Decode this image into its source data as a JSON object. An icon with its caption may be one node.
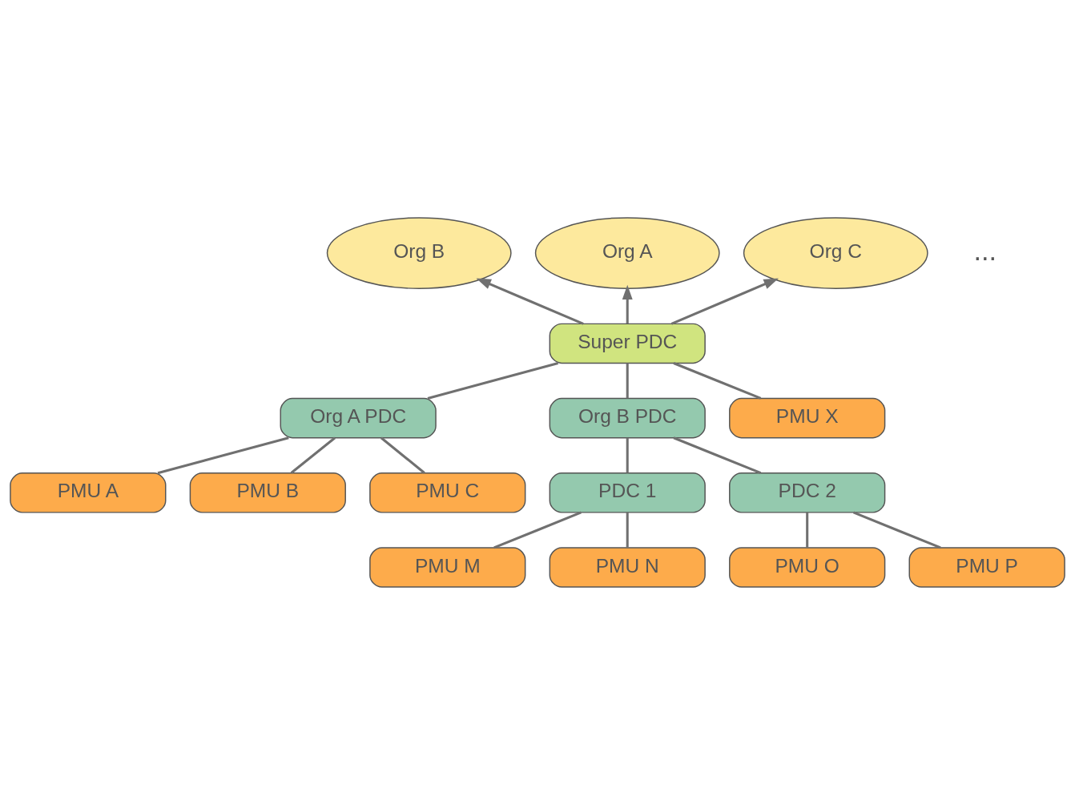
{
  "diagram": {
    "nodes": [
      {
        "text": [
          "Org B"
        ]
      },
      {
        "text": [
          "Org A"
        ]
      },
      {
        "text": [
          "Org C"
        ]
      },
      {
        "text": [
          "Super PDC"
        ]
      },
      {
        "text": [
          "Org A PDC"
        ]
      },
      {
        "text": [
          "Org B PDC"
        ]
      },
      {
        "text": [
          "PMU X"
        ]
      },
      {
        "text": [
          "PMU A"
        ]
      },
      {
        "text": [
          "PDC 1"
        ]
      },
      {
        "text": [
          "PDC 2"
        ]
      },
      {
        "text": [
          "PMU B"
        ]
      },
      {
        "text": [
          "PMU M"
        ]
      },
      {
        "text": [
          "PMU O"
        ]
      },
      {
        "text": [
          "PMU C"
        ]
      },
      {
        "text": [
          "PMU N"
        ]
      },
      {
        "text": [
          "PMU P"
        ]
      }
    ],
    "edges": [
      {
        "from": 3,
        "to": 1,
        "arrow": "to"
      },
      {
        "from": 3,
        "to": 0,
        "arrow": "to"
      },
      {
        "from": 3,
        "to": 2,
        "arrow": "to"
      },
      {
        "from": 3,
        "to": 4,
        "arrow": "none"
      },
      {
        "from": 3,
        "to": 5,
        "arrow": "none"
      },
      {
        "from": 3,
        "to": 6,
        "arrow": "none"
      },
      {
        "from": 4,
        "to": 7,
        "arrow": "none"
      },
      {
        "from": 4,
        "to": 10,
        "arrow": "none"
      },
      {
        "from": 4,
        "to": 13,
        "arrow": "none"
      },
      {
        "from": 5,
        "to": 8,
        "arrow": "none"
      },
      {
        "from": 5,
        "to": 9,
        "arrow": "none"
      },
      {
        "from": 8,
        "to": 11,
        "arrow": "none"
      },
      {
        "from": 8,
        "to": 14,
        "arrow": "none"
      },
      {
        "from": 9,
        "to": 12,
        "arrow": "none"
      },
      {
        "from": 9,
        "to": 15,
        "arrow": "none"
      }
    ],
    "labels": [
      "..."
    ]
  }
}
